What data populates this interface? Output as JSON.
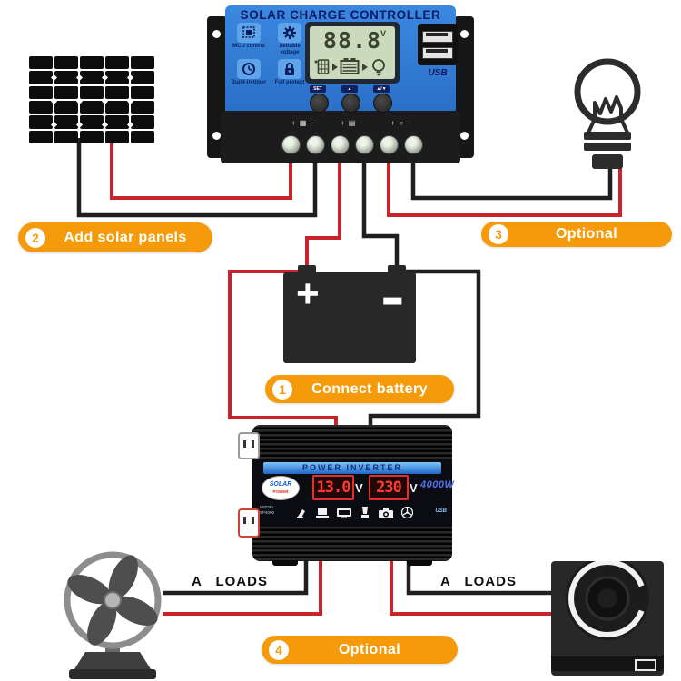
{
  "colors": {
    "accent_orange": "#F59B0B",
    "wire_red": "#C8242B",
    "wire_black": "#1F1F1F",
    "controller_blue": "#2F7FD9",
    "navy_text": "#0D1A66",
    "lcd_green": "#CBD9BD",
    "display_red": "#FF3A2E",
    "watt_blue": "#4F74F2"
  },
  "steps": {
    "one": {
      "number": "1",
      "text": "Connect battery"
    },
    "two": {
      "number": "2",
      "text": "Add solar panels"
    },
    "three": {
      "number": "3",
      "text": "Optional"
    },
    "four": {
      "number": "4",
      "text": "Optional"
    }
  },
  "loads": {
    "left": "A LOADS",
    "right": "A LOADS"
  },
  "controller": {
    "title": "SOLAR CHARGE CONTROLLER",
    "features": [
      {
        "label": "MCU control"
      },
      {
        "label": "Settable voltage"
      },
      {
        "label": "Build-in timer"
      },
      {
        "label": "Full protect"
      }
    ],
    "lcd": {
      "value": "88.8",
      "unit": "V"
    },
    "buttons": [
      {
        "label": "SET"
      },
      {
        "label": "▲"
      },
      {
        "label": "▲/▼"
      }
    ],
    "usb_label": "USB",
    "terminals": [
      {
        "label": "+ ▦ −"
      },
      {
        "label": "+ ▤ −"
      },
      {
        "label": "+ ○ −"
      }
    ]
  },
  "battery": {
    "positive": "+",
    "negative": "−"
  },
  "inverter": {
    "banner": "POWER INVERTER",
    "brand_line1": "SOLAR",
    "brand_line2": "POWER",
    "display_left": {
      "value": "13.0",
      "unit": "V"
    },
    "display_right": {
      "value": "230",
      "unit": "V"
    },
    "wattage": "4000W",
    "model_line1": "MODEL",
    "model_line2": "SP4000",
    "usb_label": "USB"
  }
}
